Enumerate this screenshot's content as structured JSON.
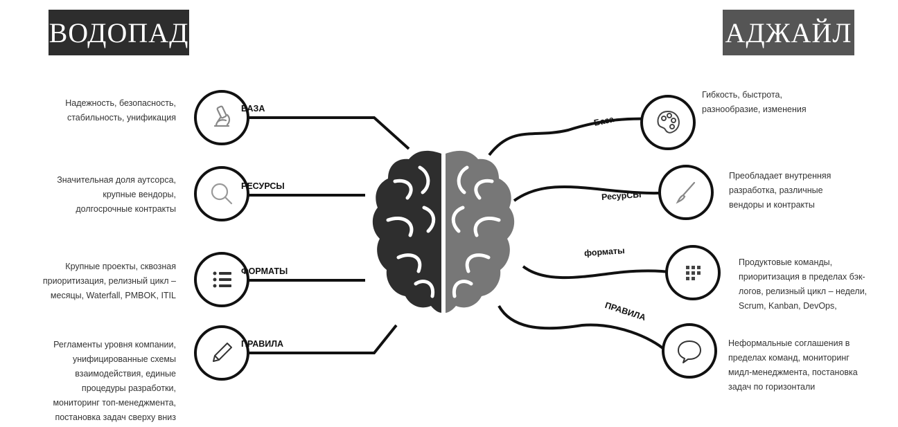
{
  "titles": {
    "left": "ВОДОПАД",
    "right": "АДЖАЙЛ"
  },
  "left": [
    {
      "label": "БАЗА",
      "icon": "microscope-icon",
      "desc": "Надежность, безопасность,\nстабильность, унификация"
    },
    {
      "label": "РЕСУРСЫ",
      "icon": "magnifier-icon",
      "desc": "Значительная доля аутсорса,\nкрупные вендоры,\nдолгосрочные контракты"
    },
    {
      "label": "ФОРМАТЫ",
      "icon": "list-icon",
      "desc": "Крупные проекты, сквозная\nприоритизация, релизный цикл –\nмесяцы, Waterfall, PMBOK, ITIL"
    },
    {
      "label": "ПРАВИЛА",
      "icon": "pencil-icon",
      "desc": "Регламенты уровня компании,\nунифицированные схемы\nвзаимодействия, единые\nпроцедуры разработки,\nмониторинг топ-менеджмента,\nпостановка задач сверху вниз"
    }
  ],
  "right": [
    {
      "label": "База",
      "icon": "palette-icon",
      "desc": "Гибкость, быстрота,\nразнообразие, изменения"
    },
    {
      "label": "РесурСЫ",
      "icon": "brush-icon",
      "desc": "Преобладает внутренняя\nразработка, различные\nвендоры и контракты"
    },
    {
      "label": "форматы",
      "icon": "grid-icon",
      "desc": "Продуктовые команды,\nприоритизация в пределах бэк-\nлогов, релизный цикл – недели,\nScrum, Kanban, DevOps,"
    },
    {
      "label": "ПРАВИЛА",
      "icon": "speech-bubble-icon",
      "desc": "Неформальные соглашения в\nпределах команд, мониторинг\nмидл-менеджмента, постановка\nзадач по горизонтали"
    }
  ],
  "colors": {
    "left_brain": "#2e2e2e",
    "right_brain": "#777777",
    "title_left_bg": "#2d2d2d",
    "title_right_bg": "#555555"
  }
}
